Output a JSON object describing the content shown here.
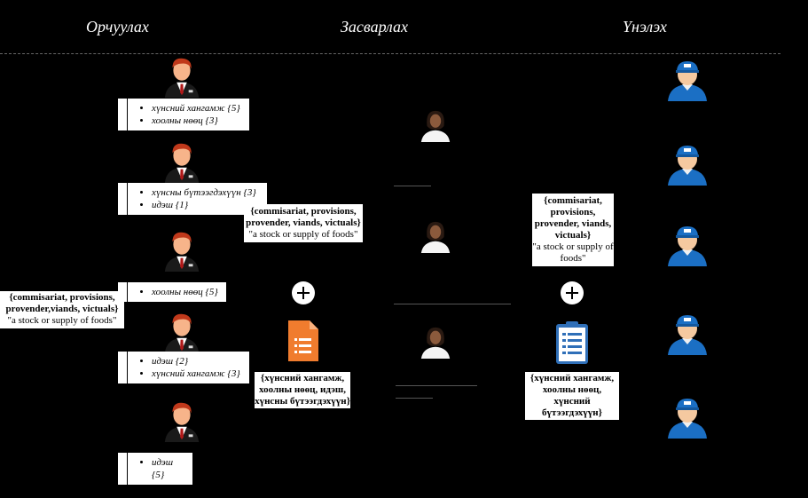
{
  "columns": {
    "translate": "Орчуулах",
    "edit": "Засварлах",
    "evaluate": "Үнэлэх"
  },
  "translator_boxes": [
    {
      "items": [
        "хүнсний хангамж {5}",
        "хоолны нөөц {3}"
      ]
    },
    {
      "items": [
        "хүнсны бүтээгдэхүүн {3}",
        "идэш {1}"
      ]
    },
    {
      "items": [
        "хоолны нөөц {5}"
      ]
    },
    {
      "items": [
        "идэш {2}",
        "хүнсний хангамж {3}"
      ]
    },
    {
      "items": [
        "идэш {5}"
      ]
    }
  ],
  "source_left": {
    "bold": "{commisariat, provisions, provender,viands, victuals}",
    "gloss": "\"a stock or supply of foods\""
  },
  "source_mid": {
    "bold": "{commisariat, provisions, provender, viands, victuals}",
    "gloss": "\"a stock or supply of foods\""
  },
  "source_right": {
    "bold": "{commisariat, provisions, provender, viands, victuals}",
    "gloss": "\"a stock or supply of foods\""
  },
  "edit_result": "{хүнсний хангамж, хоолны нөөц, идэш, хүнсны бүтээгдэхүүн}",
  "eval_result": "{хүнсний хангамж, хоолны нөөц, хүнсний бүтээгдэхүүн}",
  "colors": {
    "translator_hair": "#c0391b",
    "worker_cap": "#1b6fc4",
    "doc_orange": "#f07c2e"
  },
  "icons": {
    "translator": "businessman-icon",
    "editor": "woman-icon",
    "evaluator": "worker-icon",
    "document": "document-icon",
    "clipboard": "clipboard-icon",
    "plus": "plus-icon"
  }
}
